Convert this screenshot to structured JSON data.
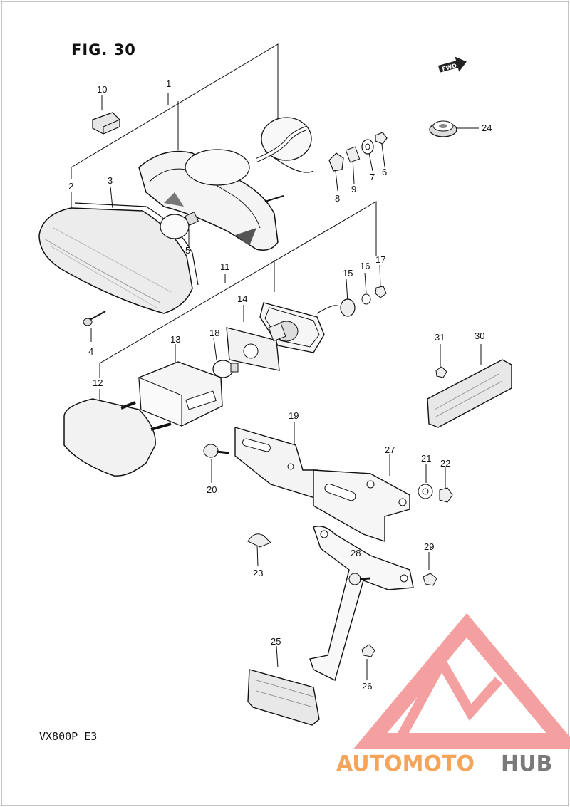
{
  "figure": {
    "title": "FIG. 30",
    "model_code": "VX800P  E3",
    "fwd_label": "FWD"
  },
  "callouts": [
    "1",
    "2",
    "3",
    "4",
    "5",
    "6",
    "7",
    "8",
    "9",
    "10",
    "11",
    "12",
    "13",
    "14",
    "15",
    "16",
    "17",
    "18",
    "19",
    "20",
    "21",
    "22",
    "23",
    "24",
    "25",
    "26",
    "27",
    "28",
    "29",
    "30",
    "31"
  ],
  "watermark": {
    "part1": "AUTOMOTO",
    "part2": "HUB",
    "colors": {
      "triangle": "#f08080",
      "orange": "#f5a55a",
      "gray": "#7a7a7a"
    }
  }
}
